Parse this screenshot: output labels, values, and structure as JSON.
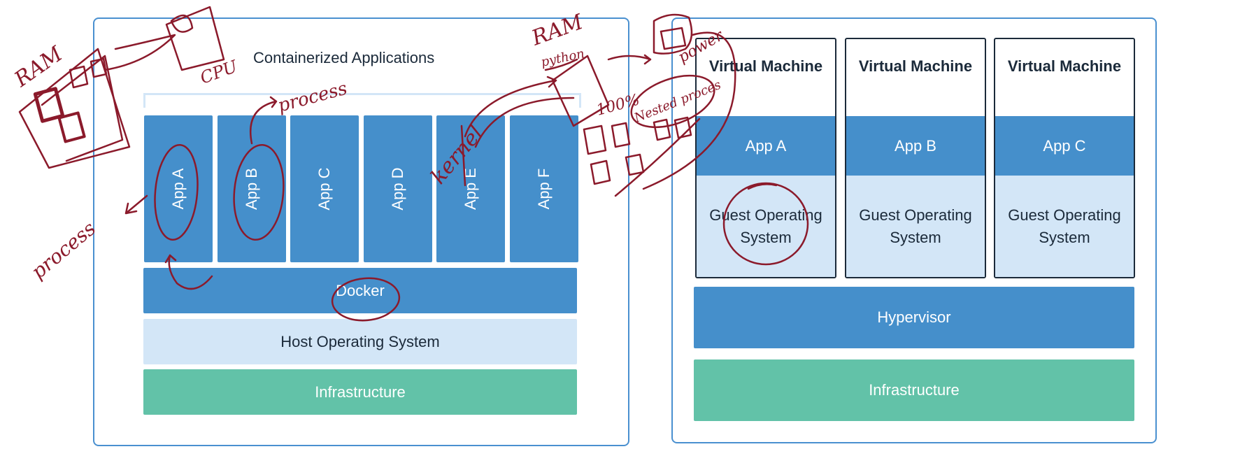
{
  "containers": {
    "title": "Containerized Applications",
    "apps": [
      "App A",
      "App B",
      "App C",
      "App D",
      "App E",
      "App F"
    ],
    "docker": "Docker",
    "host_os": "Host Operating System",
    "infrastructure": "Infrastructure"
  },
  "vms": {
    "machines": [
      {
        "title": "Virtual Machine",
        "app": "App A",
        "guest_os": "Guest Operating System"
      },
      {
        "title": "Virtual Machine",
        "app": "App B",
        "guest_os": "Guest Operating System"
      },
      {
        "title": "Virtual Machine",
        "app": "App C",
        "guest_os": "Guest Operating System"
      }
    ],
    "hypervisor": "Hypervisor",
    "infrastructure": "Infrastructure"
  },
  "annotations": {
    "ram_left": "RAM",
    "cpu": "CPU",
    "process_top": "process",
    "process_left": "process",
    "ram_right": "RAM",
    "python": "python",
    "percent": "100%",
    "kernel": "kernel",
    "nested": "Nested proces",
    "power": "power"
  },
  "colors": {
    "frame": "#4a90d0",
    "app_blue": "#458fcb",
    "light_blue": "#d3e6f7",
    "infra_green": "#62c2a8",
    "ink": "#8b1a2b"
  }
}
